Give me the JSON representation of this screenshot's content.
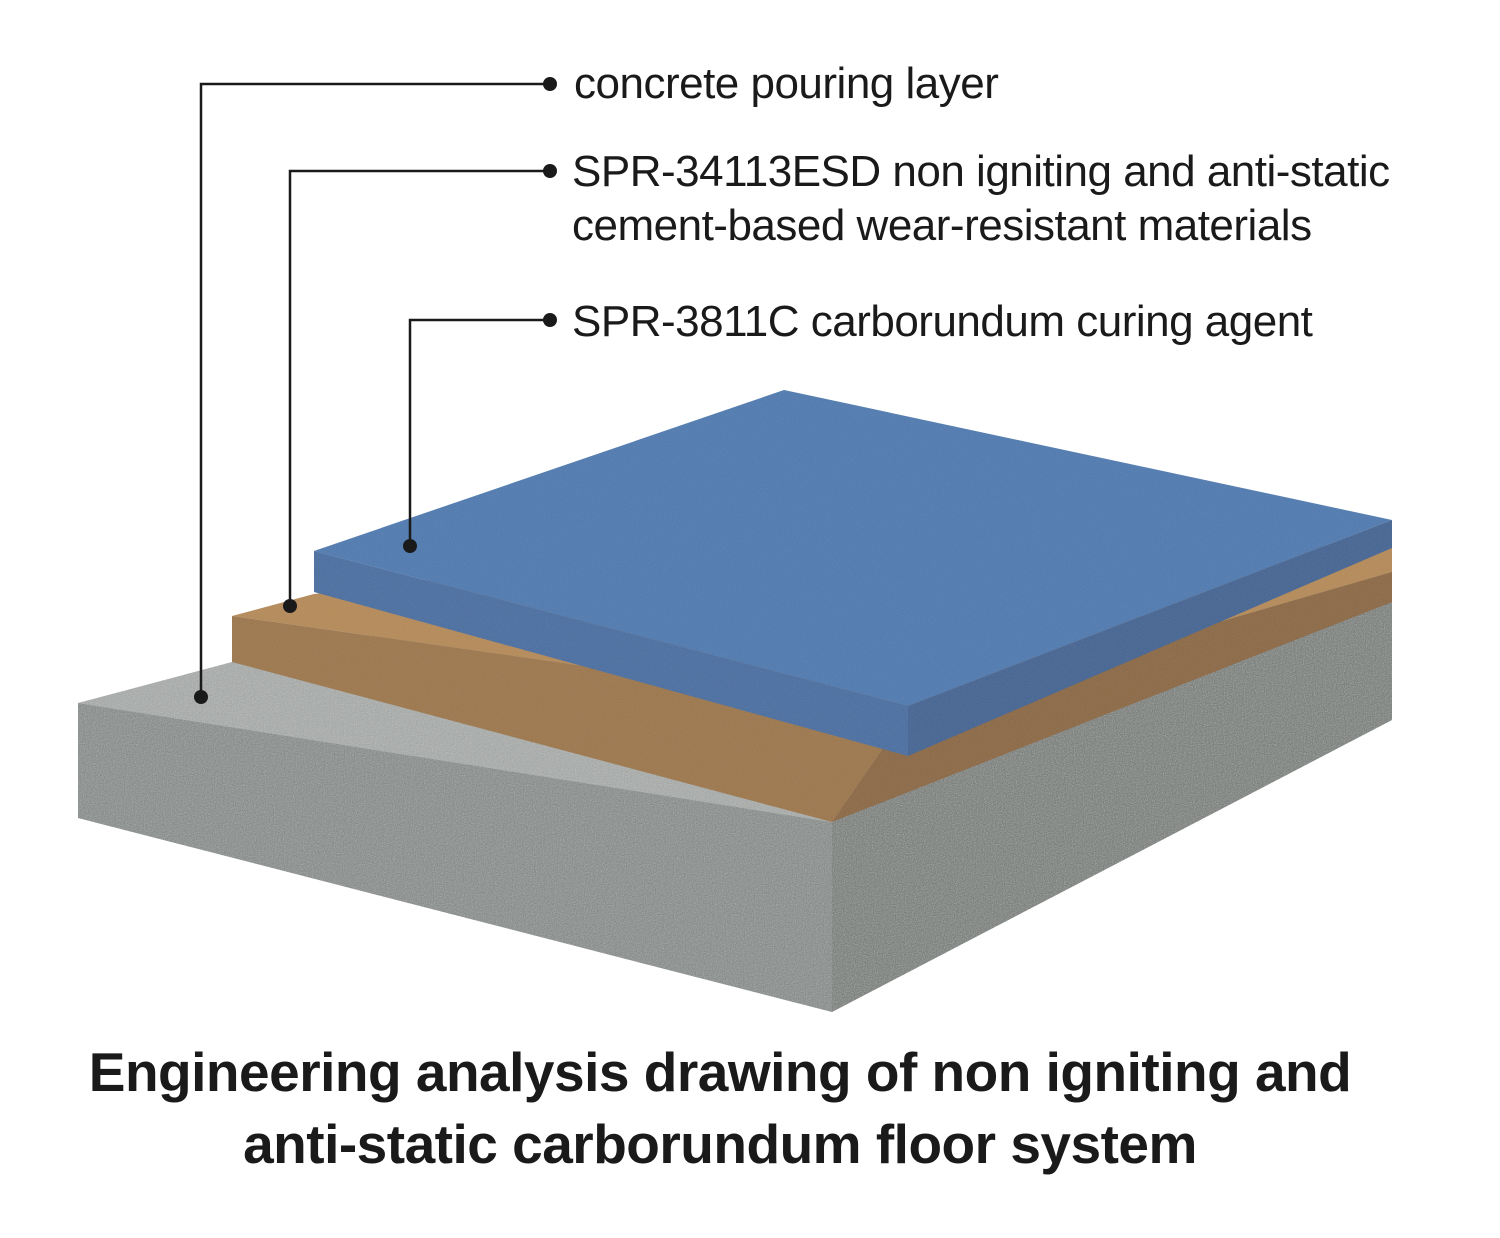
{
  "labels": {
    "concrete": "concrete pouring layer",
    "wear_line1": "SPR-34113ESD non igniting and anti-static",
    "wear_line2": "cement-based wear-resistant materials",
    "curing": "SPR-3811C carborundum curing agent"
  },
  "caption": {
    "line1": "Engineering analysis drawing of non igniting and",
    "line2": "anti-static carborundum floor system"
  },
  "colors": {
    "concrete": "#8a8f8c",
    "wear_layer": "#a87a45",
    "curing_layer": "#3f6fa8",
    "text": "#1a1a1a"
  }
}
